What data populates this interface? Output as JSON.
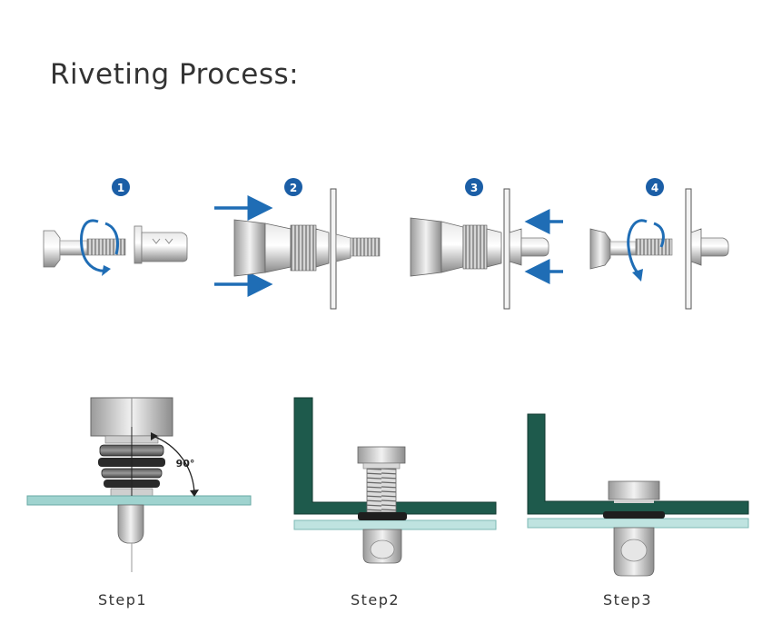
{
  "page": {
    "title": "Riveting Process:"
  },
  "stages": [
    {
      "number": "1"
    },
    {
      "number": "2"
    },
    {
      "number": "3"
    },
    {
      "number": "4"
    }
  ],
  "angle_annotation": "90°",
  "steps": [
    {
      "label": "Step1"
    },
    {
      "label": "Step2"
    },
    {
      "label": "Step3"
    }
  ],
  "colors": {
    "badge": "#1b5ea6",
    "arrow": "#1f6db5",
    "panel_dark": "#1e5a4c",
    "panel_light": "#bfe3e0",
    "sheet": "#9fd3cf",
    "metal": "#b8b8b8",
    "text": "#333333"
  }
}
